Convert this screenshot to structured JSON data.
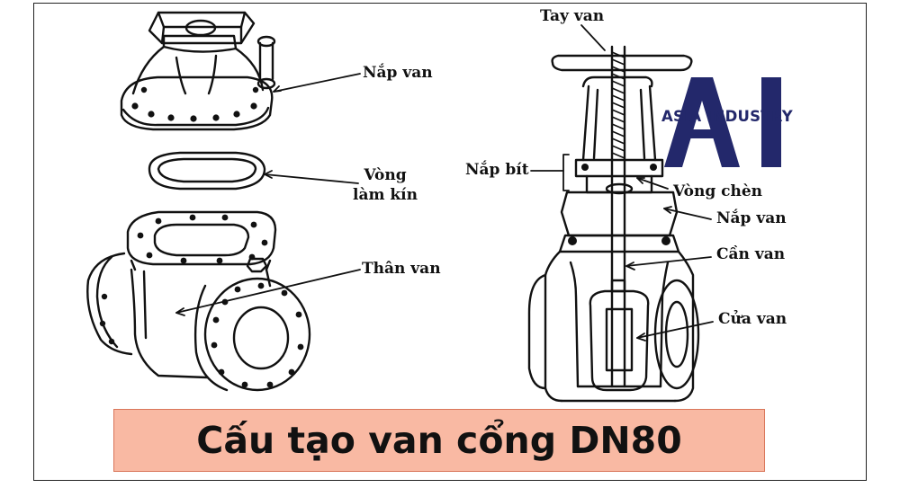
{
  "labels": {
    "nap_van_left": "Nắp van",
    "vong_lam_kin_line1": "Vòng",
    "vong_lam_kin_line2": "làm kín",
    "than_van": "Thân van",
    "tay_van": "Tay van",
    "nap_bit": "Nắp bít",
    "vong_chen": "Vòng chèn",
    "nap_van_right": "Nắp van",
    "can_van": "Cần van",
    "cua_van": "Cửa van"
  },
  "logo": {
    "text": "ASIA INDUSTRY",
    "color": "#23286b"
  },
  "caption": {
    "text": "Cấu tạo van cổng DN80",
    "background": "#f9b9a3"
  }
}
